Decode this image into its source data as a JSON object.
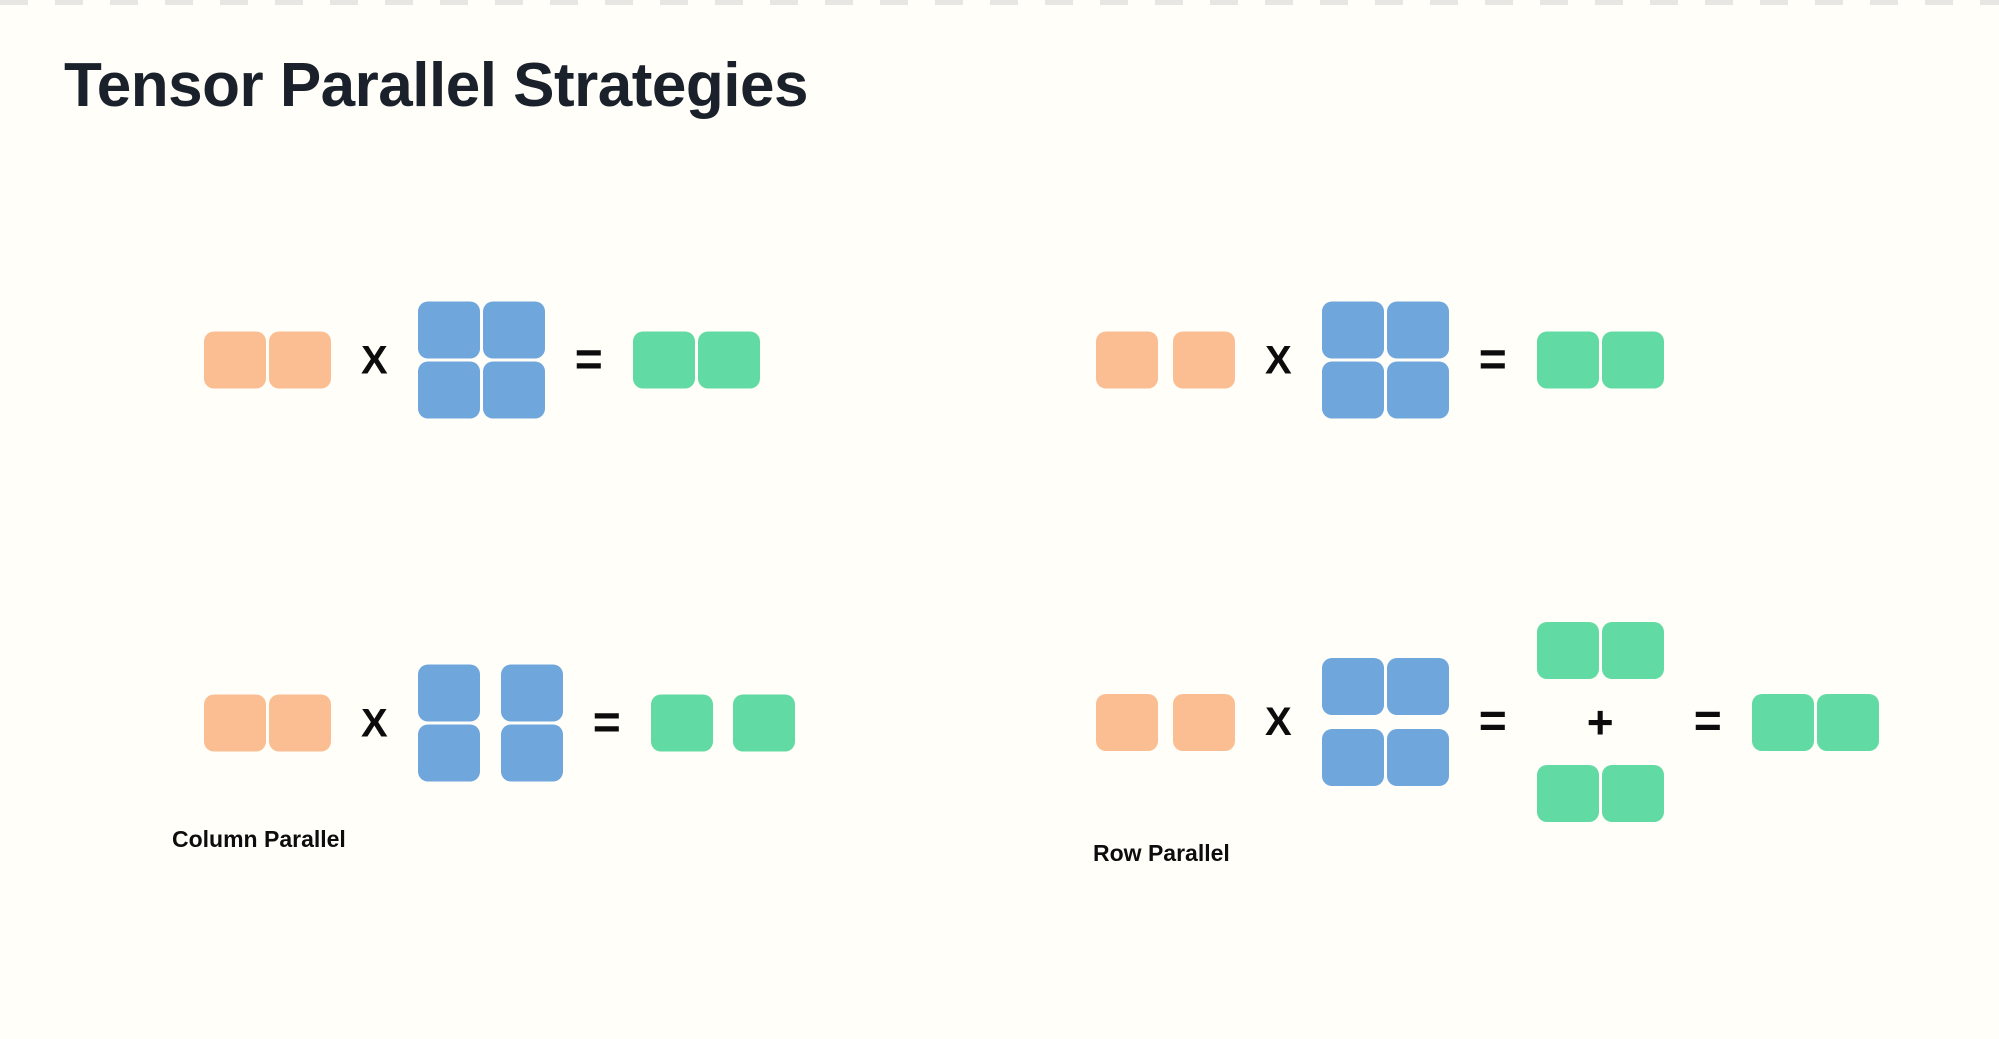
{
  "page": {
    "title": "Tensor Parallel Strategies"
  },
  "colors": {
    "background": "#fffef9",
    "title_text": "#1b212a",
    "label_text": "#0d0d0d",
    "input": "#fabe92",
    "weight": "#6fa6db",
    "output": "#61daa3"
  },
  "operators": {
    "multiply": "X",
    "equals": "=",
    "plus": "+"
  },
  "diagrams": [
    {
      "name": "top-left-replicated",
      "label": null,
      "items": [
        {
          "kind": "matrix",
          "role": "input",
          "rows": 1,
          "cols": 2,
          "split": "none"
        },
        {
          "kind": "op",
          "op": "multiply"
        },
        {
          "kind": "matrix",
          "role": "weight",
          "rows": 2,
          "cols": 2,
          "split": "none"
        },
        {
          "kind": "op",
          "op": "equals"
        },
        {
          "kind": "matrix",
          "role": "output",
          "rows": 1,
          "cols": 2,
          "split": "none"
        }
      ]
    },
    {
      "name": "top-right-split-input",
      "label": null,
      "items": [
        {
          "kind": "matrix",
          "role": "input",
          "rows": 1,
          "cols": 2,
          "split": "cols"
        },
        {
          "kind": "op",
          "op": "multiply"
        },
        {
          "kind": "matrix",
          "role": "weight",
          "rows": 2,
          "cols": 2,
          "split": "none"
        },
        {
          "kind": "op",
          "op": "equals"
        },
        {
          "kind": "matrix",
          "role": "output",
          "rows": 1,
          "cols": 2,
          "split": "none"
        }
      ]
    },
    {
      "name": "column-parallel",
      "label": "Column Parallel",
      "items": [
        {
          "kind": "matrix",
          "role": "input",
          "rows": 1,
          "cols": 2,
          "split": "none"
        },
        {
          "kind": "op",
          "op": "multiply"
        },
        {
          "kind": "matrix",
          "role": "weight",
          "rows": 2,
          "cols": 2,
          "split": "cols"
        },
        {
          "kind": "op",
          "op": "equals"
        },
        {
          "kind": "matrix",
          "role": "output",
          "rows": 1,
          "cols": 2,
          "split": "cols"
        }
      ]
    },
    {
      "name": "row-parallel",
      "label": "Row Parallel",
      "items": [
        {
          "kind": "matrix",
          "role": "input",
          "rows": 1,
          "cols": 2,
          "split": "cols"
        },
        {
          "kind": "op",
          "op": "multiply"
        },
        {
          "kind": "matrix",
          "role": "weight",
          "rows": 2,
          "cols": 2,
          "split": "rows"
        },
        {
          "kind": "op",
          "op": "equals"
        },
        {
          "kind": "stack",
          "items": [
            {
              "kind": "matrix",
              "role": "output",
              "rows": 1,
              "cols": 2,
              "split": "none"
            },
            {
              "kind": "op",
              "op": "plus"
            },
            {
              "kind": "matrix",
              "role": "output",
              "rows": 1,
              "cols": 2,
              "split": "none"
            }
          ]
        },
        {
          "kind": "op",
          "op": "equals"
        },
        {
          "kind": "matrix",
          "role": "output",
          "rows": 1,
          "cols": 2,
          "split": "none"
        }
      ]
    }
  ]
}
